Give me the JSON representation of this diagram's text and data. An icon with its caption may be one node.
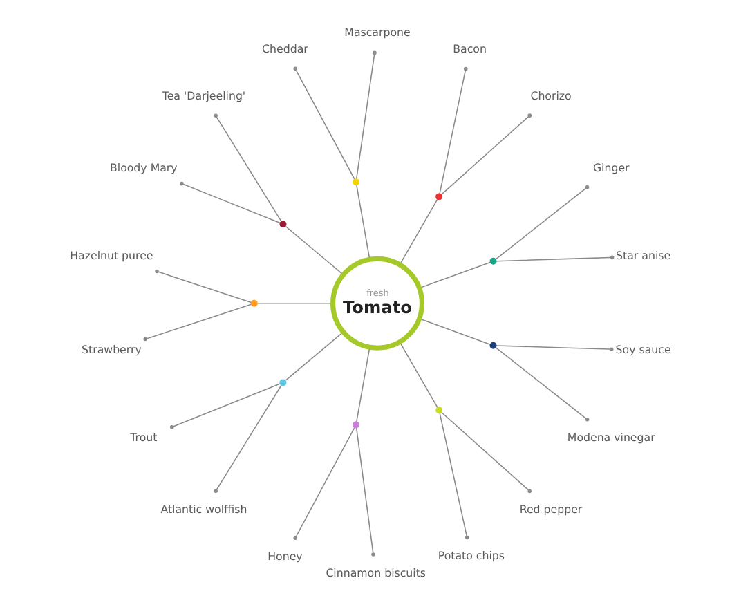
{
  "diagram": {
    "nodes": [
      {
        "text": [
          "fresh",
          "Tomato"
        ]
      },
      {
        "text": [],
        "shape": "circle"
      },
      {
        "text": [
          "Star anise"
        ]
      },
      {
        "text": [
          "Ginger"
        ]
      },
      {
        "text": [],
        "shape": "circle"
      },
      {
        "text": [
          "Chorizo"
        ]
      },
      {
        "text": [
          "Bacon"
        ]
      },
      {
        "text": [],
        "shape": "circle"
      },
      {
        "text": [
          "Mascarpone"
        ]
      },
      {
        "text": [
          "Cheddar"
        ]
      },
      {
        "text": [],
        "shape": "circle"
      },
      {
        "text": [
          "Tea 'Darjeeling'"
        ]
      },
      {
        "text": [
          "Bloody Mary"
        ]
      },
      {
        "text": [],
        "shape": "circle"
      },
      {
        "text": [
          "Hazelnut puree"
        ]
      },
      {
        "text": [
          "Strawberry"
        ]
      },
      {
        "text": [],
        "shape": "circle"
      },
      {
        "text": [
          "Trout"
        ]
      },
      {
        "text": [
          "Atlantic wolffish"
        ]
      },
      {
        "text": [],
        "shape": "circle"
      },
      {
        "text": [
          "Honey"
        ]
      },
      {
        "text": [
          "Cinnamon biscuits"
        ]
      },
      {
        "text": [],
        "shape": "circle"
      },
      {
        "text": [
          "Potato chips"
        ]
      },
      {
        "text": [
          "Red pepper"
        ]
      },
      {
        "text": [],
        "shape": "circle"
      },
      {
        "text": [
          "Modena vinegar"
        ]
      },
      {
        "text": [
          "Soy sauce"
        ]
      }
    ],
    "edges": [
      {
        "from": 0,
        "to": 1,
        "arrow": "none"
      },
      {
        "from": 1,
        "to": 2,
        "arrow": "other"
      },
      {
        "from": 1,
        "to": 3,
        "arrow": "other"
      },
      {
        "from": 0,
        "to": 4,
        "arrow": "none"
      },
      {
        "from": 4,
        "to": 5,
        "arrow": "other"
      },
      {
        "from": 4,
        "to": 6,
        "arrow": "other"
      },
      {
        "from": 0,
        "to": 7,
        "arrow": "none"
      },
      {
        "from": 7,
        "to": 8,
        "arrow": "other"
      },
      {
        "from": 7,
        "to": 9,
        "arrow": "other"
      },
      {
        "from": 0,
        "to": 10,
        "arrow": "none"
      },
      {
        "from": 10,
        "to": 11,
        "arrow": "other"
      },
      {
        "from": 10,
        "to": 12,
        "arrow": "other"
      },
      {
        "from": 0,
        "to": 13,
        "arrow": "none"
      },
      {
        "from": 13,
        "to": 14,
        "arrow": "other"
      },
      {
        "from": 13,
        "to": 15,
        "arrow": "other"
      },
      {
        "from": 0,
        "to": 16,
        "arrow": "none"
      },
      {
        "from": 16,
        "to": 17,
        "arrow": "other"
      },
      {
        "from": 16,
        "to": 18,
        "arrow": "other"
      },
      {
        "from": 0,
        "to": 19,
        "arrow": "none"
      },
      {
        "from": 19,
        "to": 20,
        "arrow": "other"
      },
      {
        "from": 19,
        "to": 21,
        "arrow": "other"
      },
      {
        "from": 0,
        "to": 22,
        "arrow": "none"
      },
      {
        "from": 22,
        "to": 23,
        "arrow": "other"
      },
      {
        "from": 22,
        "to": 24,
        "arrow": "other"
      },
      {
        "from": 0,
        "to": 25,
        "arrow": "none"
      },
      {
        "from": 25,
        "to": 26,
        "arrow": "other"
      },
      {
        "from": 25,
        "to": 27,
        "arrow": "other"
      }
    ]
  }
}
